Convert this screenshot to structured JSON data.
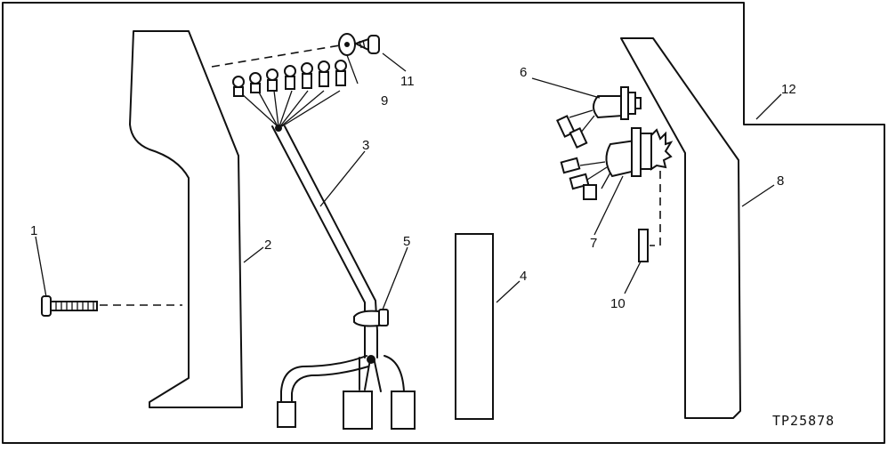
{
  "callouts": {
    "c1": "1",
    "c2": "2",
    "c3": "3",
    "c4": "4",
    "c5": "5",
    "c6": "6",
    "c7": "7",
    "c8": "8",
    "c9": "9",
    "c10": "10",
    "c11": "11",
    "c12": "12"
  },
  "figure_code": "TP25878"
}
